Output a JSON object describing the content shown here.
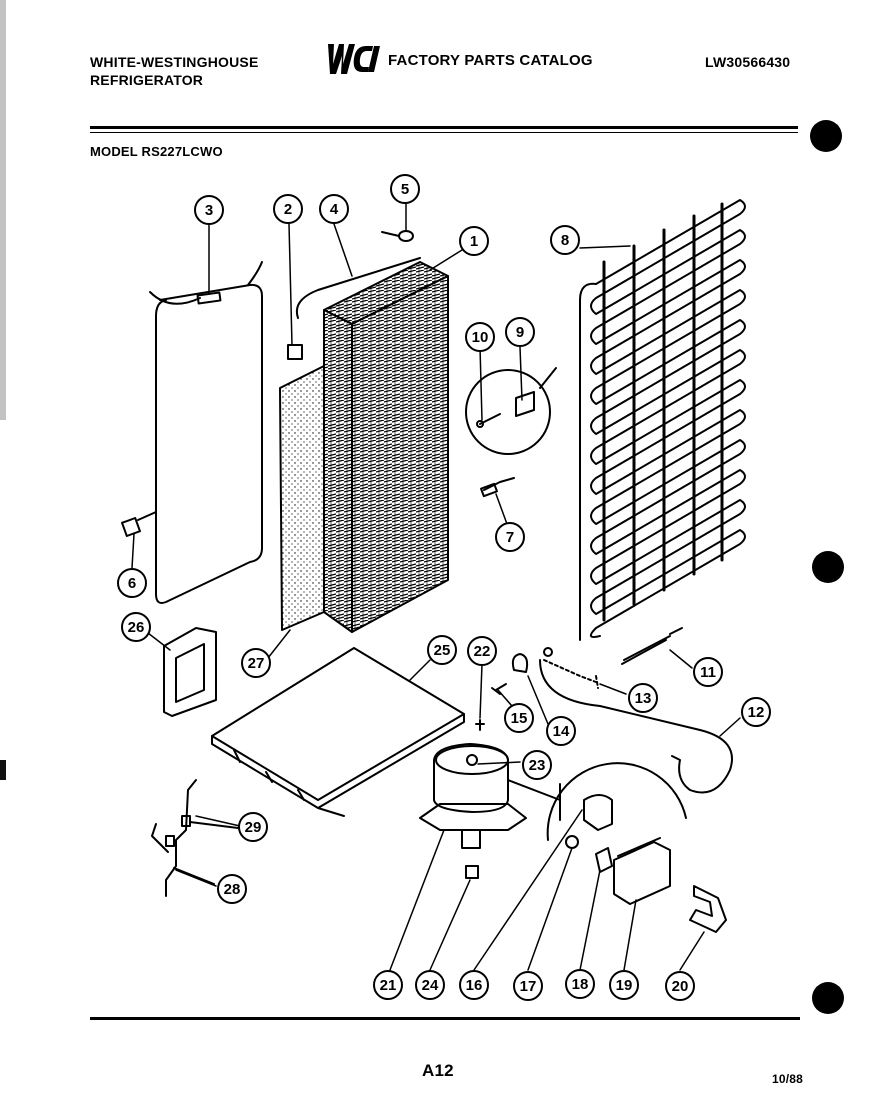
{
  "header": {
    "brand_line1": "WHITE-WESTINGHOUSE",
    "brand_line2": "REFRIGERATOR",
    "logo_text": "WCI",
    "catalog_title": "FACTORY PARTS CATALOG",
    "catalog_number": "LW30566430",
    "model": "MODEL RS227LCWO"
  },
  "footer": {
    "page_number": "A12",
    "date": "10/88"
  },
  "callouts": [
    "1",
    "2",
    "3",
    "4",
    "5",
    "6",
    "7",
    "8",
    "9",
    "10",
    "11",
    "12",
    "13",
    "14",
    "15",
    "16",
    "17",
    "18",
    "19",
    "20",
    "21",
    "22",
    "23",
    "24",
    "25",
    "26",
    "27",
    "28",
    "29"
  ]
}
